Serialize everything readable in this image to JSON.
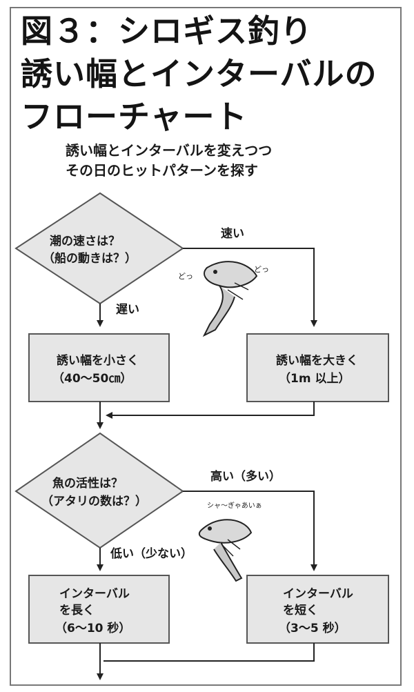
{
  "title": {
    "line1": "図３：シロギス釣り",
    "line2": "誘い幅とインターバルの",
    "line3": "フローチャート"
  },
  "subtitle": {
    "line1": "誘い幅とインターバルを変えつつ",
    "line2": "その日のヒットパターンを探す"
  },
  "q1": {
    "line1": "潮の速さは？",
    "line2": "（船の動きは？）"
  },
  "q1_fast_label": "速い",
  "q1_slow_label": "遅い",
  "box_small": {
    "line1": "誘い幅を小さく",
    "line2": "（40〜50㎝）"
  },
  "box_large": {
    "line1": "誘い幅を大きく",
    "line2": "（1m 以上）"
  },
  "q2": {
    "line1": "魚の活性は？",
    "line2": "（アタリの数は？）"
  },
  "q2_high_label": "高い（多い）",
  "q2_low_label": "低い（少ない）",
  "box_long": {
    "line1": "インターバル",
    "line2": "を長く",
    "line3": "（6〜10 秒）"
  },
  "box_short": {
    "line1": "インターバル",
    "line2": "を短く",
    "line3": "（3〜5 秒）"
  },
  "fish1_sfx": {
    "left": "どっ",
    "right": "どっ"
  },
  "fish2_sfx": "シャ〜ぎゃあいぁ",
  "colors": {
    "box_fill": "#e6e6e6",
    "diamond_fill": "#e6e6e6",
    "stroke": "#555555",
    "arrow": "#222222"
  }
}
